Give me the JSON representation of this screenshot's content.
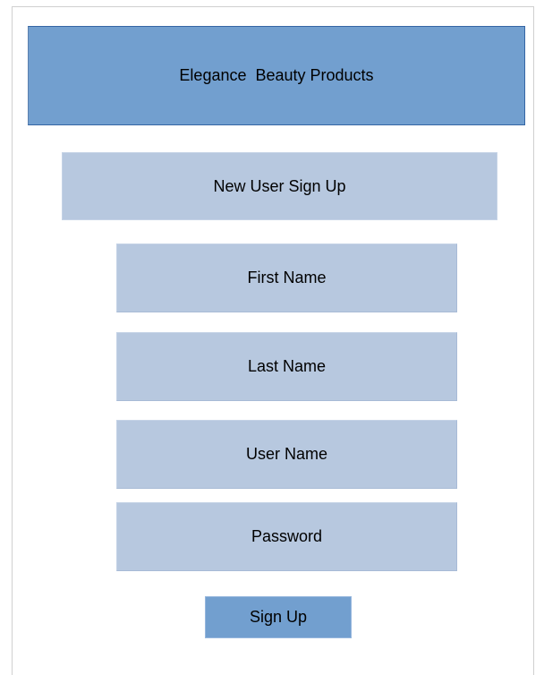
{
  "header": {
    "title": "Elegance  Beauty Products"
  },
  "form": {
    "title": "New User Sign Up",
    "fields": [
      {
        "label": "First Name"
      },
      {
        "label": "Last Name"
      },
      {
        "label": "User Name"
      },
      {
        "label": "Password"
      }
    ],
    "submit_label": "Sign Up"
  },
  "colors": {
    "header_bg": "#729fcf",
    "field_bg": "#b7c8df",
    "button_bg": "#729fcf"
  }
}
